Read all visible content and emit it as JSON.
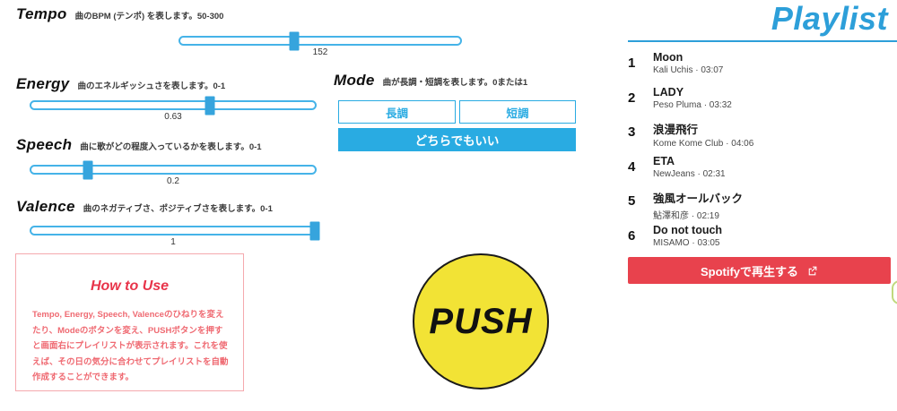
{
  "sliders": [
    {
      "name": "Tempo",
      "desc": "曲のBPM (テンポ) を表します。50-300",
      "value": "152",
      "percent": 40.8
    },
    {
      "name": "Energy",
      "desc": "曲のエネルギッシュさを表します。0-1",
      "value": "0.63",
      "percent": 63
    },
    {
      "name": "Speech",
      "desc": "曲に歌がどの程度入っているかを表します。0-1",
      "value": "0.2",
      "percent": 20
    },
    {
      "name": "Valence",
      "desc": "曲のネガティブさ、ポジティブさを表します。0-1",
      "value": "1",
      "percent": 100
    }
  ],
  "mode": {
    "name": "Mode",
    "desc": "曲が長調・短調を表します。0または1",
    "major_label": "長調",
    "minor_label": "短調",
    "either_label": "どちらでもいい"
  },
  "push_label": "PUSH",
  "how_to_use": {
    "title": "How to Use",
    "body": "Tempo, Energy, Speech, Valenceのひねりを変えたり、Modeのボタンを変え、PUSHボタンを押すと画面右にプレイリストが表示されます。これを使えば、その日の気分に合わせてプレイリストを自動作成することができます。"
  },
  "playlist": {
    "title": "Playlist",
    "tracks": [
      {
        "no": "1",
        "title": "Moon",
        "artist": "Kali Uchis",
        "duration": "03:07"
      },
      {
        "no": "2",
        "title": "LADY",
        "artist": "Peso Pluma",
        "duration": "03:32"
      },
      {
        "no": "3",
        "title": "浪漫飛行",
        "artist": "Kome Kome Club",
        "duration": "04:06"
      },
      {
        "no": "4",
        "title": "ETA",
        "artist": "NewJeans",
        "duration": "02:31"
      },
      {
        "no": "5",
        "title": "強風オールバック",
        "artist": "鮎澤和彦",
        "duration": "02:19"
      },
      {
        "no": "6",
        "title": "Do not touch",
        "artist": "MISAMO",
        "duration": "03:05"
      }
    ],
    "meta_separator": " · ",
    "spotify_button_label": "Spotifyで再生する",
    "spotify_button_icon": "external-link-icon"
  },
  "colors": {
    "accent_blue": "#29abe2",
    "title_blue": "#2d9fd9",
    "slider_thumb": "#36a4dd",
    "push_yellow": "#f2e335",
    "spotify_red": "#e8424d",
    "howto_red": "#e8344a",
    "howto_border": "#f5a9ae",
    "green_peek": "#bfd97d"
  }
}
